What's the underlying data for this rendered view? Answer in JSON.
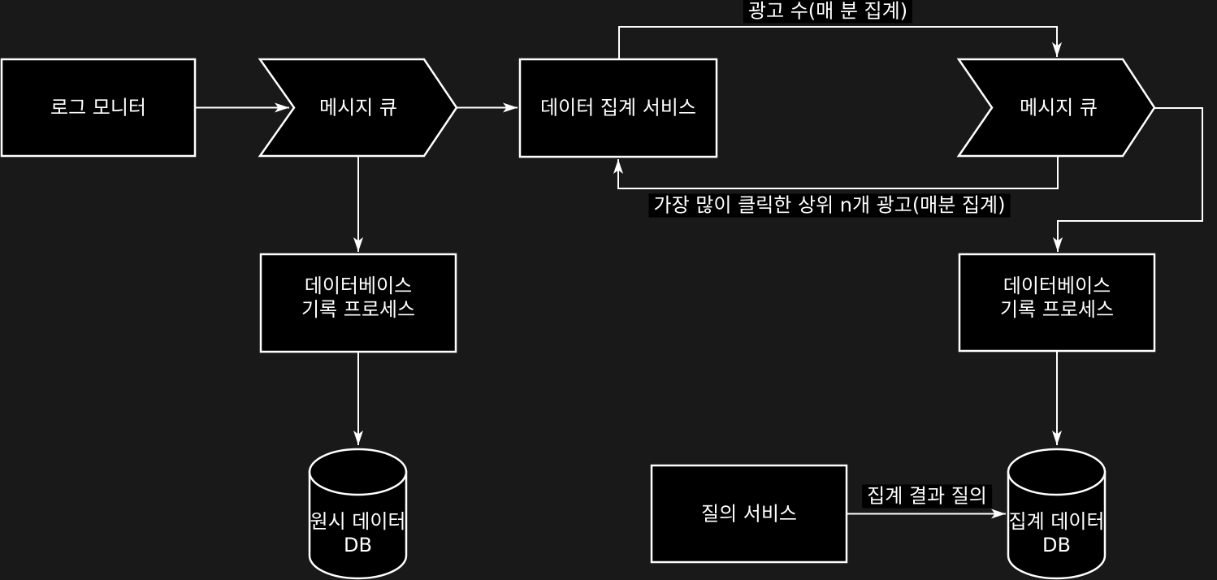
{
  "diagram": {
    "title_hint": "ad click event aggregation pipeline",
    "colors": {
      "background": "#191919",
      "node_fill": "#000000",
      "stroke": "#ffffff",
      "text": "#ffffff",
      "edge_label_background": "#000000"
    },
    "nodes": {
      "log_monitor": {
        "shape": "rectangle",
        "label": "로그 모니터"
      },
      "message_queue_left": {
        "shape": "chevron",
        "label": "메시지 큐"
      },
      "aggregation_service": {
        "shape": "rectangle",
        "label": "데이터 집계 서비스"
      },
      "message_queue_right": {
        "shape": "chevron",
        "label": "메시지 큐"
      },
      "db_writer_left": {
        "shape": "rectangle",
        "line1": "데이터베이스",
        "line2": "기록 프로세스"
      },
      "db_writer_right": {
        "shape": "rectangle",
        "line1": "데이터베이스",
        "line2": "기록 프로세스"
      },
      "raw_data_db": {
        "shape": "cylinder",
        "line1": "원시 데이터",
        "line2": "DB"
      },
      "aggregated_data_db": {
        "shape": "cylinder",
        "line1": "집계 데이터",
        "line2": "DB"
      },
      "query_service": {
        "shape": "rectangle",
        "label": "질의 서비스"
      }
    },
    "edge_labels": {
      "ad_count_per_minute": "광고 수(매 분 집계)",
      "top_n_clicked_ads": "가장 많이 클릭한 상위 n개 광고(매분 집계)",
      "query_aggregated_results": "집계 결과 질의"
    }
  }
}
